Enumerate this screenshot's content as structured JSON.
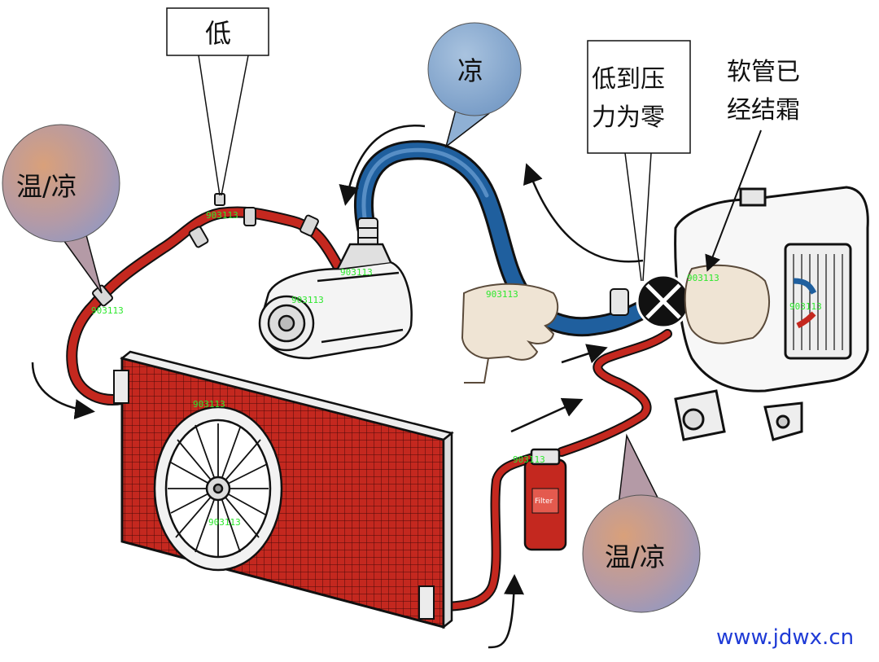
{
  "labels": {
    "low": "低",
    "cool_top": "凉",
    "warm_cool_left": "温/凉",
    "warm_cool_bottom": "温/凉",
    "pressure_zero_line1": "低到压",
    "pressure_zero_line2": "力为零",
    "hose_frosted_line1": "软管已",
    "hose_frosted_line2": "经结霜"
  },
  "part_code": "903113",
  "filter_text": "Filter",
  "watermark": "www.jdwx.cn",
  "colors": {
    "high_pressure_line": "#c4281f",
    "low_pressure_line": "#1f5f9e",
    "cool_bubble": "#8fb0d4",
    "outline": "#111111",
    "watermark": "#1f3bd6"
  }
}
